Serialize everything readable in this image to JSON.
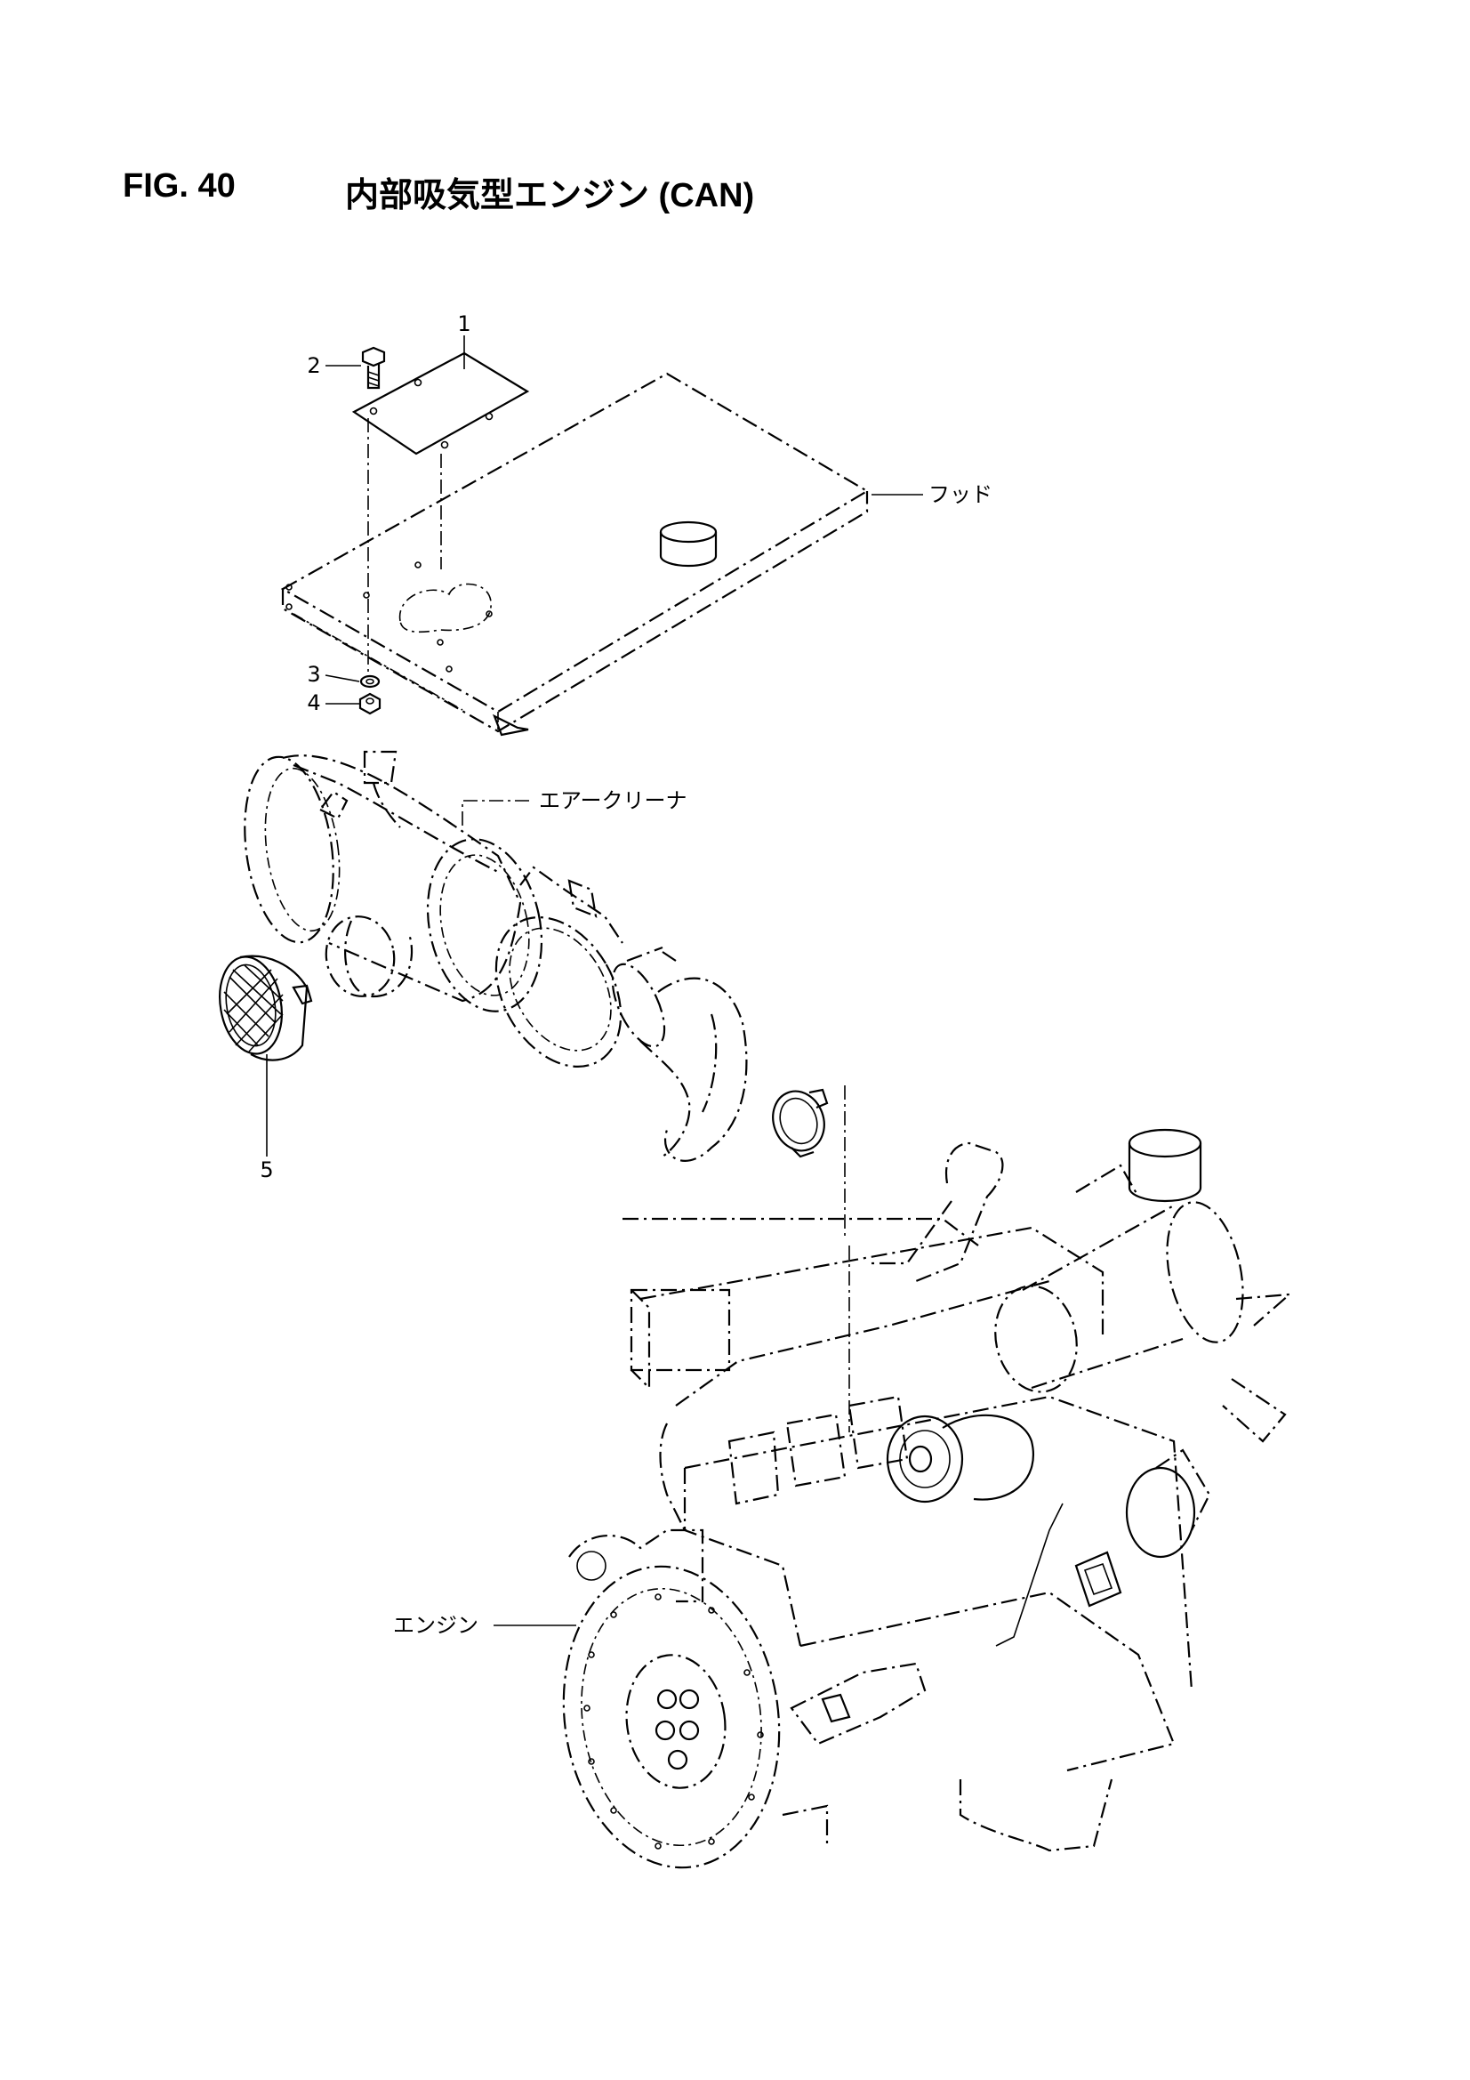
{
  "figure": {
    "number": "FIG. 40",
    "title": "内部吸気型エンジン (CAN)"
  },
  "callouts": [
    "1",
    "2",
    "3",
    "4",
    "5"
  ],
  "labels": {
    "hood": "フッド",
    "air_cleaner": "エアークリーナ",
    "engine": "エンジン"
  }
}
